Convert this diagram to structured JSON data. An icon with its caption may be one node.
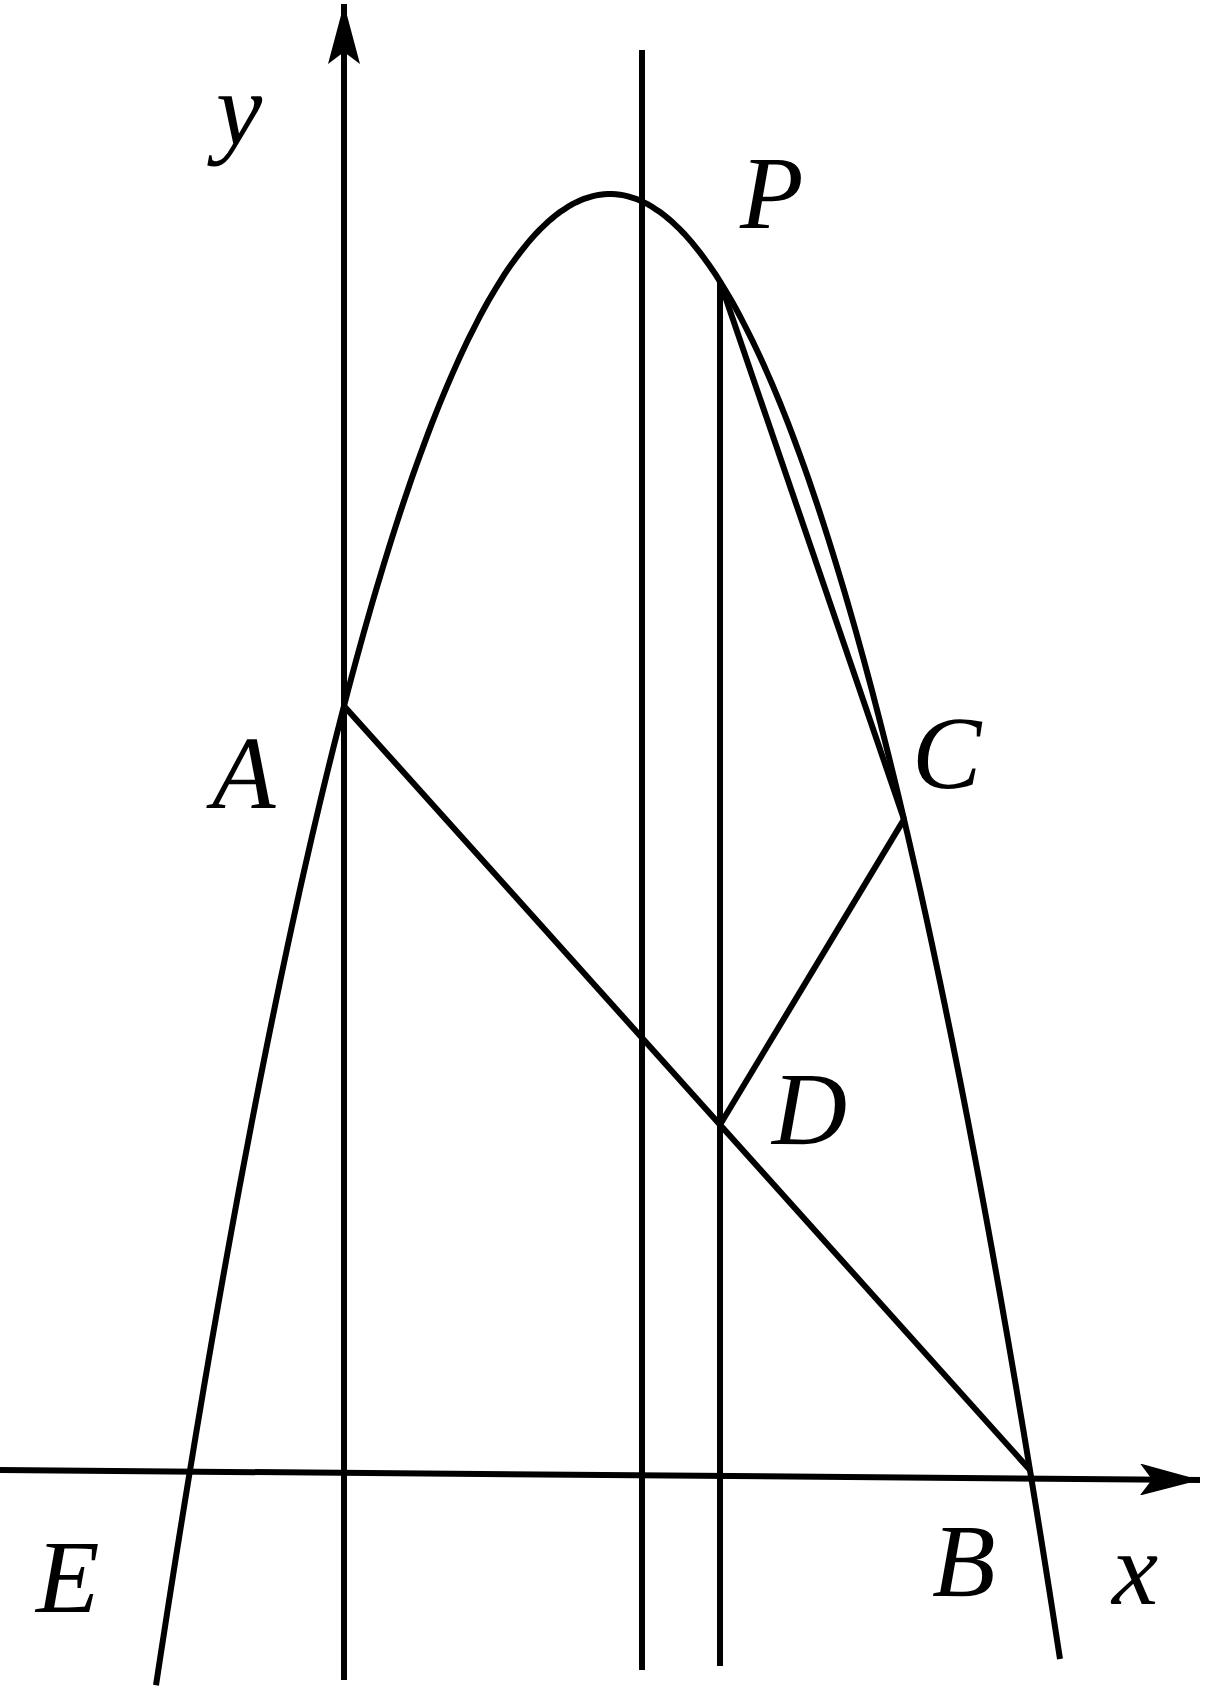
{
  "diagram": {
    "nodes": [
      {
        "text": [
          "P"
        ]
      },
      {
        "text": [
          "A"
        ]
      },
      {
        "text": [
          "C"
        ]
      },
      {
        "text": [
          "D"
        ]
      },
      {
        "text": [
          "E"
        ]
      },
      {
        "text": [
          "B"
        ]
      }
    ],
    "edges": [
      {
        "from": 1,
        "to": 5,
        "arrow": "none"
      },
      {
        "from": 0,
        "to": 2,
        "arrow": "none"
      },
      {
        "from": 2,
        "to": 3,
        "arrow": "none"
      },
      {
        "from": 0,
        "to": 3,
        "arrow": "none"
      }
    ],
    "labels": [
      "y",
      "x"
    ]
  }
}
